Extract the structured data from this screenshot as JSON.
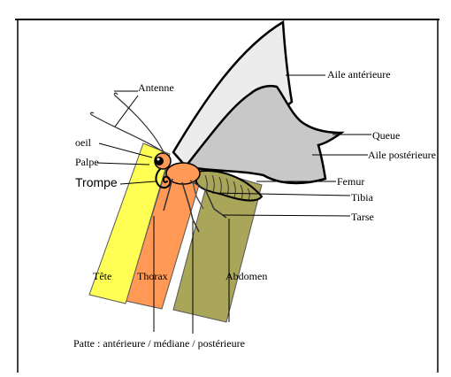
{
  "colors": {
    "head_band": "#ffff55",
    "thorax_band": "#ff9955",
    "abdomen_band": "#aaa659",
    "fore_wing": "#ececec",
    "hind_wing": "#c8c8c8",
    "body": "#ff9955",
    "abdomen_body": "#aaa659",
    "frame": "#000000"
  },
  "labels": {
    "antenne": "Antenne",
    "oeil": "oeil",
    "palpe": "Palpe",
    "trompe": "Trompe",
    "aile_anterieure": "Aile antérieure",
    "queue": "Queue",
    "aile_posterieure": "Aile postérieure",
    "femur": "Femur",
    "tibia": "Tibia",
    "tarse": "Tarse",
    "tete": "Tête",
    "thorax": "Thorax",
    "abdomen": "Abdomen",
    "patte": "Patte : antérieure / médiane / postérieure"
  }
}
